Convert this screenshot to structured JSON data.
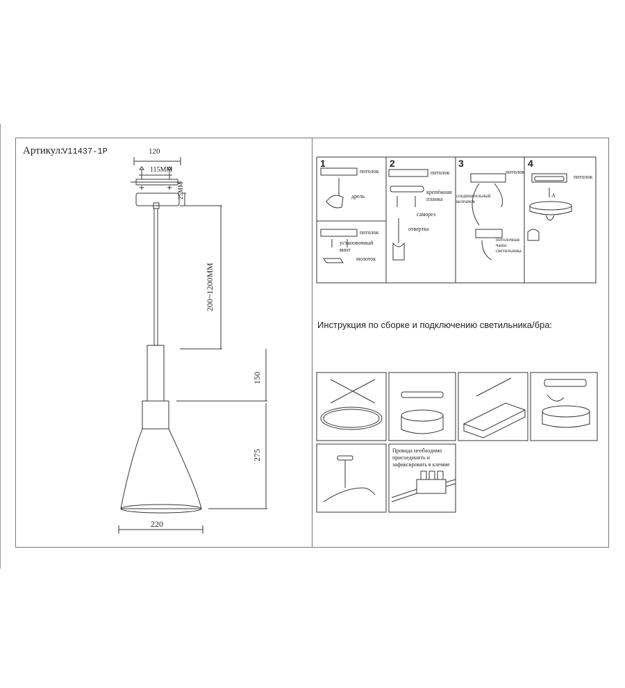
{
  "title": {
    "label": "Артикул:",
    "article": "V11437-1P"
  },
  "dimensions": {
    "canopy_width": "120",
    "mount_spacing": "115MM",
    "canopy_height": "25MM",
    "cord_length": "200~1200MM",
    "neck_height": "150",
    "shade_height": "275",
    "shade_diameter": "220"
  },
  "steps": [
    {
      "num": "1",
      "labels": [
        "потолок",
        "дрель",
        "потолок",
        "установочный винт",
        "молоток"
      ]
    },
    {
      "num": "2",
      "labels": [
        "потолок",
        "крепёжная планка",
        "саморез",
        "отвертка"
      ]
    },
    {
      "num": "3",
      "labels": [
        "потолок",
        "соединительный колпачок",
        "потолочная чаша светильника"
      ]
    },
    {
      "num": "4",
      "labels": [
        "потолок"
      ]
    }
  ],
  "assembly_heading": "Инструкция по сборке и подключению  светильника/бра:",
  "wiring_note": "Провода необходимо присоединить и зафиксировать в клемме",
  "marker_a": "A"
}
